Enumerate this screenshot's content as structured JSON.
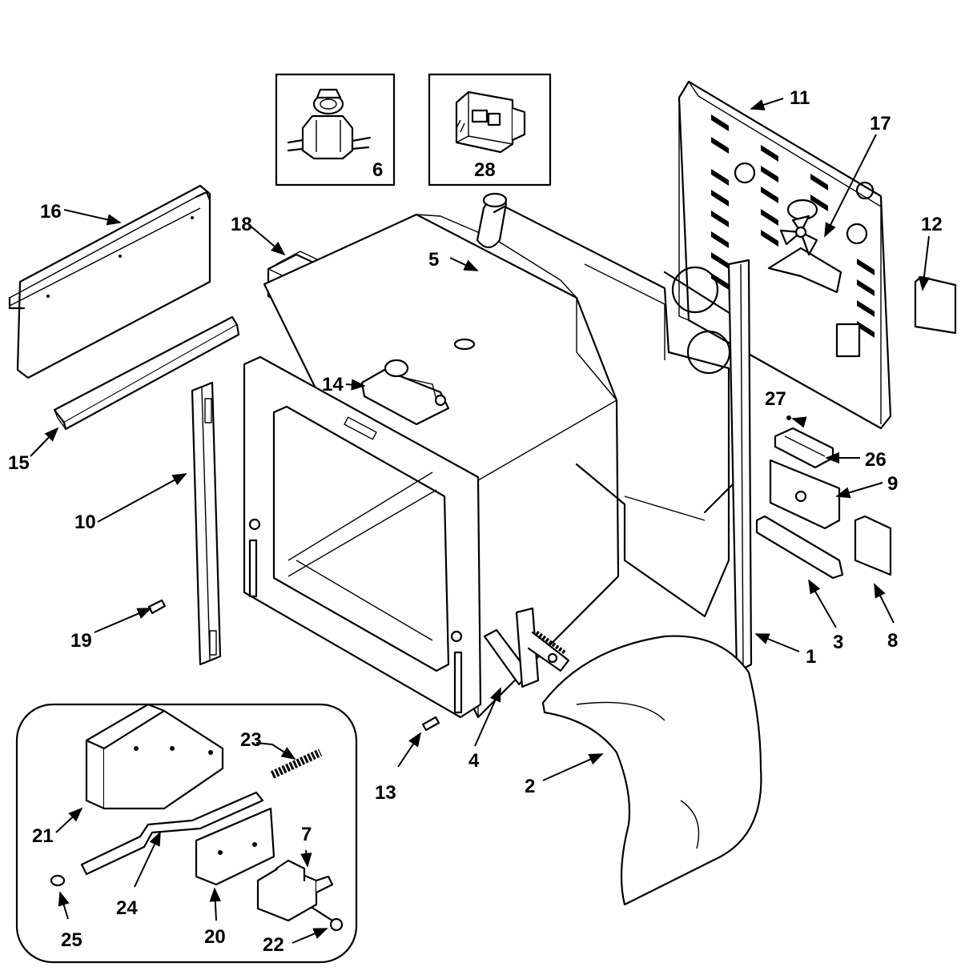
{
  "diagram": {
    "parts": [
      {
        "id": "p1",
        "label": "1"
      },
      {
        "id": "p2",
        "label": "2"
      },
      {
        "id": "p3",
        "label": "3"
      },
      {
        "id": "p4",
        "label": "4"
      },
      {
        "id": "p5",
        "label": "5"
      },
      {
        "id": "p6",
        "label": "6"
      },
      {
        "id": "p7",
        "label": "7"
      },
      {
        "id": "p8",
        "label": "8"
      },
      {
        "id": "p9",
        "label": "9"
      },
      {
        "id": "p10",
        "label": "10"
      },
      {
        "id": "p11",
        "label": "11"
      },
      {
        "id": "p12",
        "label": "12"
      },
      {
        "id": "p13",
        "label": "13"
      },
      {
        "id": "p14",
        "label": "14"
      },
      {
        "id": "p15",
        "label": "15"
      },
      {
        "id": "p16",
        "label": "16"
      },
      {
        "id": "p17",
        "label": "17"
      },
      {
        "id": "p18",
        "label": "18"
      },
      {
        "id": "p19",
        "label": "19"
      },
      {
        "id": "p20",
        "label": "20"
      },
      {
        "id": "p21",
        "label": "21"
      },
      {
        "id": "p22",
        "label": "22"
      },
      {
        "id": "p23",
        "label": "23"
      },
      {
        "id": "p24",
        "label": "24"
      },
      {
        "id": "p25",
        "label": "25"
      },
      {
        "id": "p26",
        "label": "26"
      },
      {
        "id": "p27",
        "label": "27"
      },
      {
        "id": "p28",
        "label": "28"
      }
    ]
  }
}
